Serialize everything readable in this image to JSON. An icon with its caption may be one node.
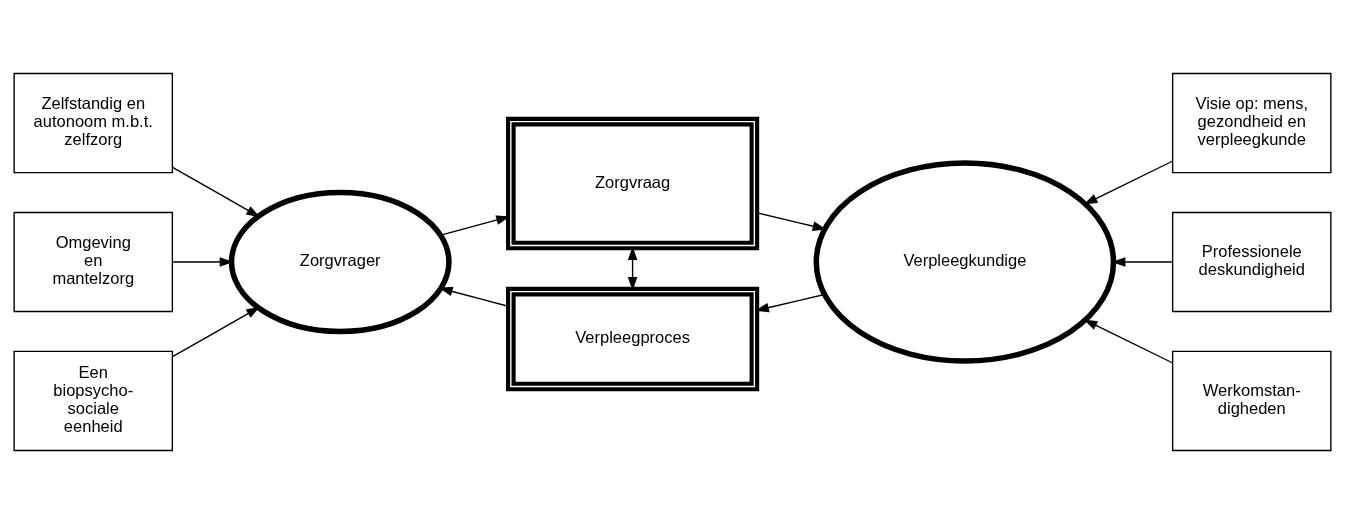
{
  "diagram": {
    "nodes": [
      {
        "text": [
          "Zelfstandig en autonoom m.b.t. zelfzorg"
        ]
      },
      {
        "text": [
          "Omgeving en mantelzorg"
        ]
      },
      {
        "text": [
          "Een biopsycho- sociale eenheid"
        ]
      },
      {
        "text": [
          "Zorgvrager"
        ]
      },
      {
        "text": [
          "Zorgvraag"
        ]
      },
      {
        "text": [
          "Verpleegproces"
        ]
      },
      {
        "text": [
          "Verpleegkundige"
        ]
      },
      {
        "text": [
          "Visie op: mens, gezondheid en verpleegkunde"
        ]
      },
      {
        "text": [
          "Professionele deskundigheid"
        ]
      },
      {
        "text": [
          "Werkomstan- digheden"
        ]
      }
    ],
    "edges": [
      {
        "from": 0,
        "to": 3,
        "arrow": "to"
      },
      {
        "from": 1,
        "to": 3,
        "arrow": "to"
      },
      {
        "from": 2,
        "to": 3,
        "arrow": "to"
      },
      {
        "from": 3,
        "to": 4,
        "arrow": "to"
      },
      {
        "from": 4,
        "to": 6,
        "arrow": "to"
      },
      {
        "from": 4,
        "to": 5,
        "arrow": "both"
      },
      {
        "from": 6,
        "to": 5,
        "arrow": "to"
      },
      {
        "from": 5,
        "to": 3,
        "arrow": "to"
      },
      {
        "from": 7,
        "to": 6,
        "arrow": "to"
      },
      {
        "from": 8,
        "to": 6,
        "arrow": "to"
      },
      {
        "from": 9,
        "to": 6,
        "arrow": "to"
      }
    ]
  }
}
